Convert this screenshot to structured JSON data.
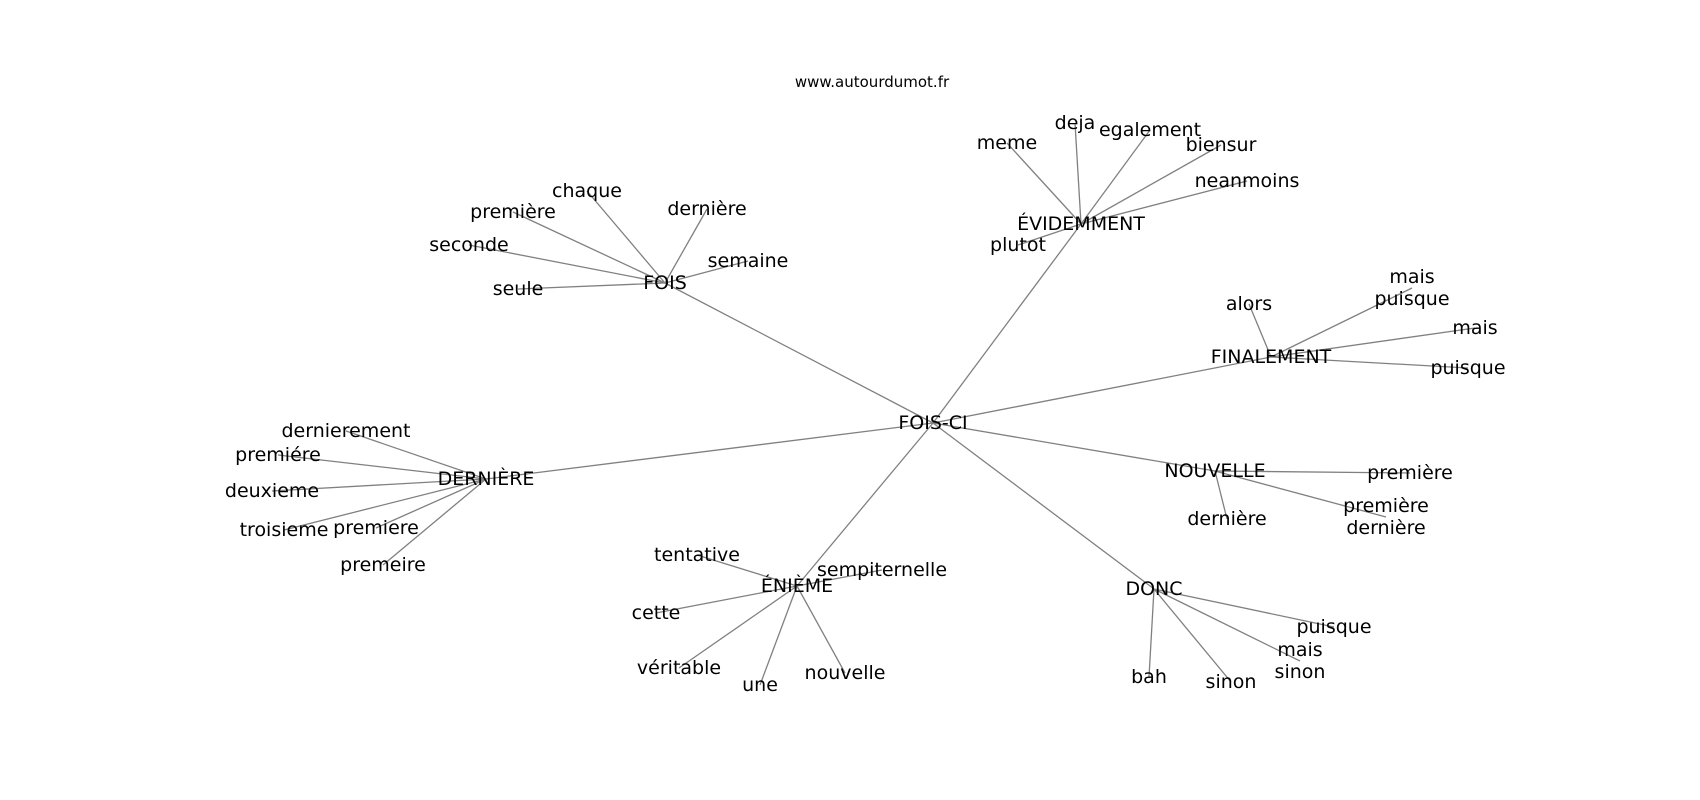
{
  "source": "www.autourdumot.fr",
  "colors": {
    "edge": "#808080",
    "text": "#000000",
    "background": "#ffffff"
  },
  "center": {
    "id": "fois-ci",
    "label": "FOIS-CI"
  },
  "hubs": [
    {
      "id": "fois",
      "label": "FOIS",
      "leaves": [
        {
          "id": "fois-leaf-1",
          "label": "chaque"
        },
        {
          "id": "fois-leaf-2",
          "label": "première"
        },
        {
          "id": "fois-leaf-3",
          "label": "dernière"
        },
        {
          "id": "fois-leaf-4",
          "label": "seconde"
        },
        {
          "id": "fois-leaf-5",
          "label": "semaine"
        },
        {
          "id": "fois-leaf-6",
          "label": "seule"
        }
      ]
    },
    {
      "id": "evidemment",
      "label": "ÉVIDEMMENT",
      "leaves": [
        {
          "id": "evidemment-leaf-1",
          "label": "meme"
        },
        {
          "id": "evidemment-leaf-2",
          "label": "deja"
        },
        {
          "id": "evidemment-leaf-3",
          "label": "egalement"
        },
        {
          "id": "evidemment-leaf-4",
          "label": "biensur"
        },
        {
          "id": "evidemment-leaf-5",
          "label": "neanmoins"
        },
        {
          "id": "evidemment-leaf-6",
          "label": "plutot"
        }
      ]
    },
    {
      "id": "finalement",
      "label": "FINALEMENT",
      "leaves": [
        {
          "id": "finalement-leaf-1",
          "label": "alors"
        },
        {
          "id": "finalement-leaf-2",
          "label": "mais\npuisque"
        },
        {
          "id": "finalement-leaf-3",
          "label": "mais"
        },
        {
          "id": "finalement-leaf-4",
          "label": "puisque"
        }
      ]
    },
    {
      "id": "derniere",
      "label": "DERNIÈRE",
      "leaves": [
        {
          "id": "derniere-leaf-1",
          "label": "dernierement"
        },
        {
          "id": "derniere-leaf-2",
          "label": "premiére"
        },
        {
          "id": "derniere-leaf-3",
          "label": "deuxieme"
        },
        {
          "id": "derniere-leaf-4",
          "label": "troisieme"
        },
        {
          "id": "derniere-leaf-5",
          "label": "premiere"
        },
        {
          "id": "derniere-leaf-6",
          "label": "premeire"
        }
      ]
    },
    {
      "id": "nouvelle",
      "label": "NOUVELLE",
      "leaves": [
        {
          "id": "nouvelle-leaf-1",
          "label": "première"
        },
        {
          "id": "nouvelle-leaf-2",
          "label": "première\ndernière"
        },
        {
          "id": "nouvelle-leaf-3",
          "label": "dernière"
        }
      ]
    },
    {
      "id": "enieme",
      "label": "ÉNIÈME",
      "leaves": [
        {
          "id": "enieme-leaf-1",
          "label": "tentative"
        },
        {
          "id": "enieme-leaf-2",
          "label": "sempiternelle"
        },
        {
          "id": "enieme-leaf-3",
          "label": "cette"
        },
        {
          "id": "enieme-leaf-4",
          "label": "véritable"
        },
        {
          "id": "enieme-leaf-5",
          "label": "une"
        },
        {
          "id": "enieme-leaf-6",
          "label": "nouvelle"
        }
      ]
    },
    {
      "id": "donc",
      "label": "DONC",
      "leaves": [
        {
          "id": "donc-leaf-1",
          "label": "puisque"
        },
        {
          "id": "donc-leaf-2",
          "label": "mais\nsinon"
        },
        {
          "id": "donc-leaf-3",
          "label": "bah"
        },
        {
          "id": "donc-leaf-4",
          "label": "sinon"
        }
      ]
    }
  ]
}
